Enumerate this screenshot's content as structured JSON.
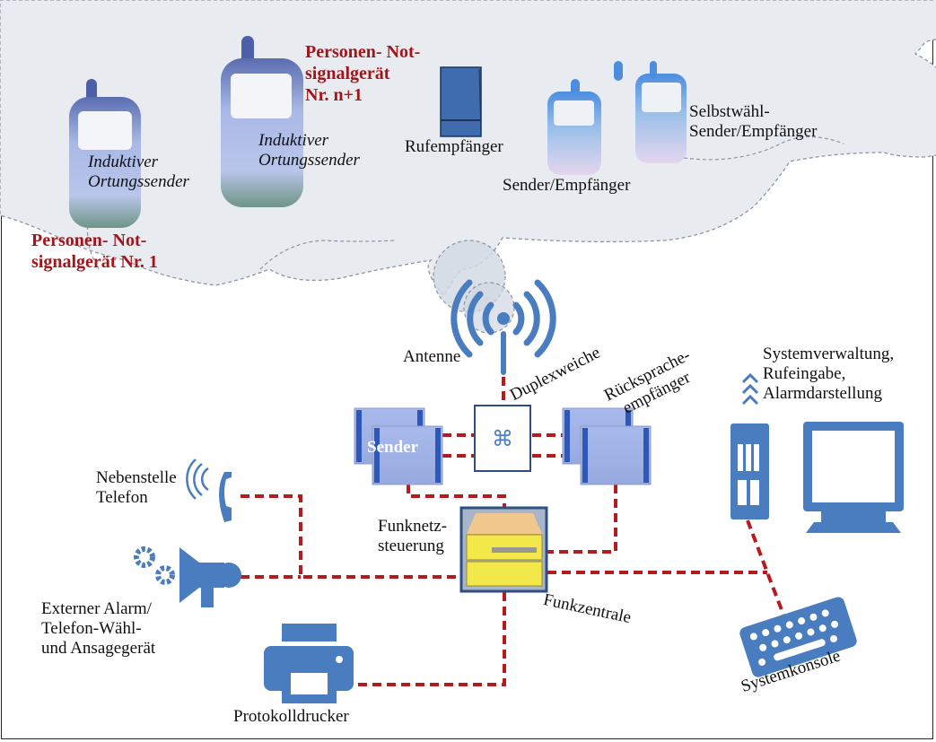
{
  "diagram": {
    "colors": {
      "cloud_fill": "#e8ebf0",
      "cloud_stroke": "#8a96a6",
      "icon_blue": "#4a7dbf",
      "connection_red": "#b51a1e",
      "label_red": "#a4151a",
      "station_yellow": "#f3e84a",
      "station_top": "#f0c88e"
    },
    "cloud": {
      "devices": {
        "device_1": {
          "caption": [
            "Induktiver",
            "Ortungssender"
          ],
          "title": [
            "Personen- Not-",
            "signalgerät Nr. 1"
          ]
        },
        "device_n1": {
          "caption": [
            "Induktiver",
            "Ortungssender"
          ],
          "title": [
            "Personen- Not-",
            "signalgerät",
            "Nr. n+1"
          ]
        },
        "pager": {
          "label": "Rufempfänger"
        },
        "transceiver": {
          "label": "Sender/Empfänger"
        },
        "selfdial": {
          "label": [
            "Selbstwähl-",
            "Sender/Empfänger"
          ]
        }
      }
    },
    "nodes": {
      "antenna": "Antenne",
      "duplexer": "Duplexweiche",
      "transmitter": "Sender",
      "receiver": [
        "Rücksprache-",
        "empfänger"
      ],
      "control": [
        "Funknetz-",
        "steuerung"
      ],
      "central": "Funkzentrale",
      "phone": [
        "Nebenstelle",
        "Telefon"
      ],
      "alarm": [
        "Externer Alarm/",
        "Telefon-Wähl-",
        "und Ansagegerät"
      ],
      "printer": "Protokolldrucker",
      "admin": [
        "Systemverwaltung,",
        "Rufeingabe,",
        "Alarmdarstellung"
      ],
      "console": "Systemkonsole"
    }
  }
}
